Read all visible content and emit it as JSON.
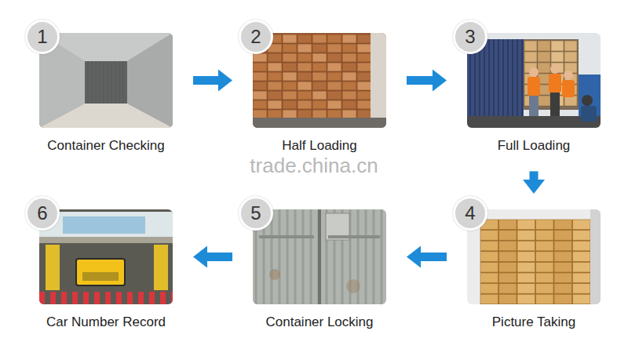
{
  "diagram": {
    "nodes": [
      {
        "text": [
          "Container Checking"
        ]
      },
      {
        "text": [
          "1"
        ],
        "in": 0
      },
      {
        "text": [
          "Half Loading"
        ]
      },
      {
        "text": [
          "2"
        ],
        "in": 2
      },
      {
        "text": [
          "Full Loading"
        ]
      },
      {
        "text": [
          "3"
        ],
        "in": 4
      },
      {
        "text": [
          "Picture Taking"
        ]
      },
      {
        "text": [
          "4"
        ],
        "in": 6
      },
      {
        "text": [
          "Container Locking"
        ]
      },
      {
        "text": [
          "5"
        ],
        "in": 8
      },
      {
        "text": [
          "Car Number Record"
        ]
      },
      {
        "text": [
          "6"
        ],
        "in": 10
      }
    ],
    "edges": [
      {
        "from": 0,
        "to": 2,
        "arrow": "to"
      },
      {
        "from": 2,
        "to": 4,
        "arrow": "to"
      },
      {
        "from": 4,
        "to": 6,
        "arrow": "to"
      },
      {
        "from": 6,
        "to": 8,
        "arrow": "to"
      },
      {
        "from": 8,
        "to": 10,
        "arrow": "to"
      }
    ],
    "labels": [
      "trade.china.cn"
    ]
  }
}
